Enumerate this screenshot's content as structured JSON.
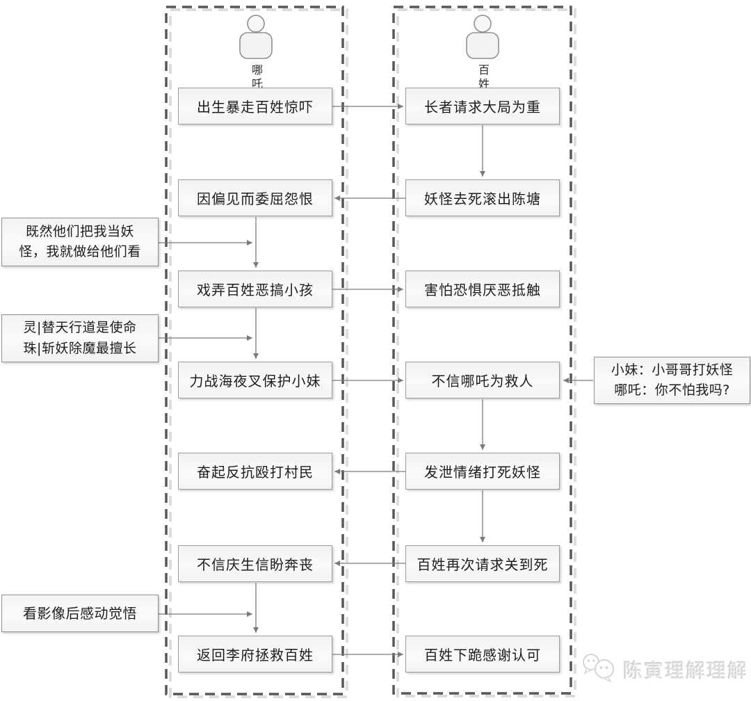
{
  "diagram": {
    "type": "swimlane-flowchart",
    "colors": {
      "lane_border": "#575757",
      "lane_border_shadow": "#dcdcdc",
      "box_border": "#9b9b9b",
      "box_fill": "#f2f2f2",
      "connector": "#7a7a7a",
      "text": "#1c1c1c",
      "watermark": "#dedede"
    }
  },
  "lanes": [
    {
      "name": "哪吒",
      "actor_icon": "person-icon",
      "steps": [
        "出生暴走百姓惊吓",
        "因偏见而委屈怨恨",
        "戏弄百姓恶搞小孩",
        "力战海夜叉保护小妹",
        "奋起反抗殴打村民",
        "不信庆生信盼奔丧",
        "返回李府拯救百姓"
      ]
    },
    {
      "name": "百姓",
      "actor_icon": "person-icon",
      "steps": [
        "长者请求大局为重",
        "妖怪去死滚出陈塘",
        "害怕恐惧厌恶抵触",
        "不信哪吒为救人",
        "发泄情绪打死妖怪",
        "百姓再次请求关到死",
        "百姓下跪感谢认可"
      ]
    }
  ],
  "annotations": [
    {
      "lines": [
        "既然他们把我当妖",
        "怪，我就做给他们看"
      ]
    },
    {
      "lines": [
        "灵|替天行道是使命",
        "珠|斩妖除魔最擅长"
      ]
    },
    {
      "lines": [
        "看影像后感动觉悟"
      ]
    },
    {
      "lines": [
        "小妹：小哥哥打妖怪",
        "哪吒：你不怕我吗?"
      ]
    }
  ],
  "watermark": {
    "icon": "wechat-icon",
    "text": "陈寅理解理解"
  }
}
